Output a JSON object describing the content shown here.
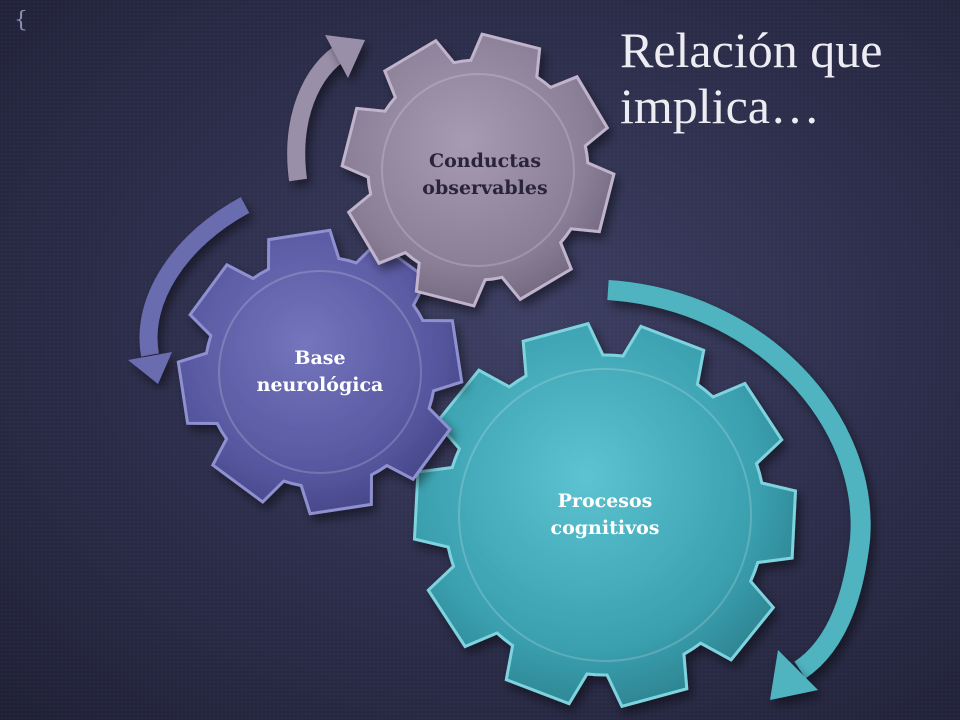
{
  "slide": {
    "title_line1": "Relación que",
    "title_line2": "implica…",
    "corner_mark": "{"
  },
  "gears": [
    {
      "id": "procesos",
      "line1": "Procesos",
      "line2": "cognitivos",
      "color": "#3fa3b3",
      "text_color": "#ffffff"
    },
    {
      "id": "base",
      "line1": "Base",
      "line2": "neurológica",
      "color": "#5a5aa0",
      "text_color": "#ffffff"
    },
    {
      "id": "conductas",
      "line1": "Conductas",
      "line2": "observables",
      "color": "#8a7f96",
      "text_color": "#2a2438"
    }
  ],
  "colors": {
    "arrow_teal": "#4fb3c0",
    "arrow_blue": "#6a6cb0",
    "arrow_mauve": "#9a8fa8"
  }
}
